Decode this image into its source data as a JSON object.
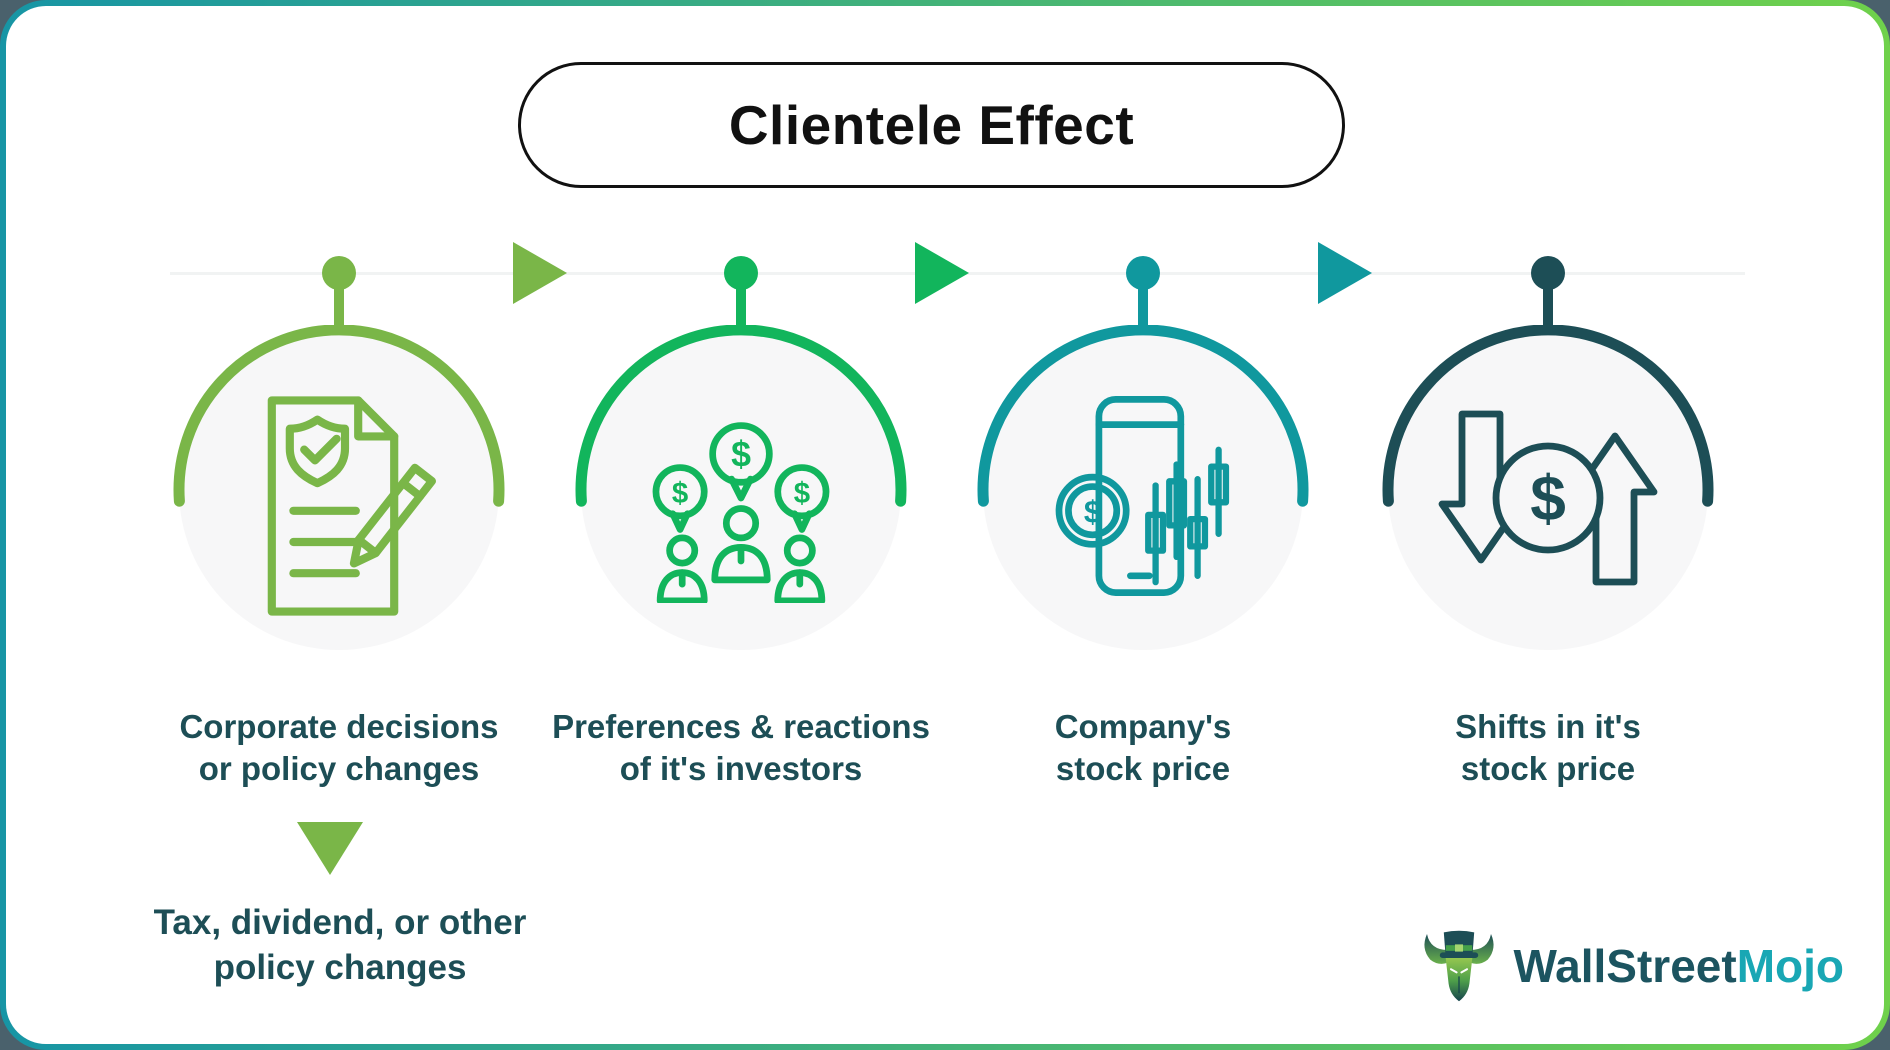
{
  "page": {
    "outside_background": "#4a616c",
    "card_background": "#ffffff",
    "border_gradient_start": "#1795a5",
    "border_gradient_end": "#6fd14b",
    "timeline_color": "#f1f3f3",
    "circle_fill": "#f7f7f8",
    "label_color": "#1d4e56",
    "title_color": "#111111"
  },
  "title": {
    "text": "Clientele Effect"
  },
  "stages": [
    {
      "id": "corporate-decisions",
      "color": "#7ab648",
      "label_line1": "Corporate decisions",
      "label_line2": "or policy changes",
      "icon": "policy-document-icon"
    },
    {
      "id": "investor-preferences",
      "color": "#12b55c",
      "label_line1": "Preferences & reactions",
      "label_line2": "of it's investors",
      "icon": "investors-icon"
    },
    {
      "id": "company-stock-price",
      "color": "#10989e",
      "label_line1": "Company's",
      "label_line2": "stock price",
      "icon": "stock-phone-icon"
    },
    {
      "id": "stock-price-shift",
      "color": "#1d4e56",
      "label_line1": "Shifts in it's",
      "label_line2": "stock price",
      "icon": "shift-arrows-icon"
    }
  ],
  "connector_arrows": [
    {
      "color": "#7ab648"
    },
    {
      "color": "#12b55c"
    },
    {
      "color": "#10989e"
    }
  ],
  "callout": {
    "triangle_color": "#7ab648",
    "line1": "Tax, dividend, or other",
    "line2": "policy changes"
  },
  "symbols": {
    "dollar": "$"
  },
  "logo": {
    "brand_part1": "WallStreet",
    "brand_part2": "Mojo",
    "part1_color": "#1c5460",
    "part2_color": "#19a7b4"
  }
}
